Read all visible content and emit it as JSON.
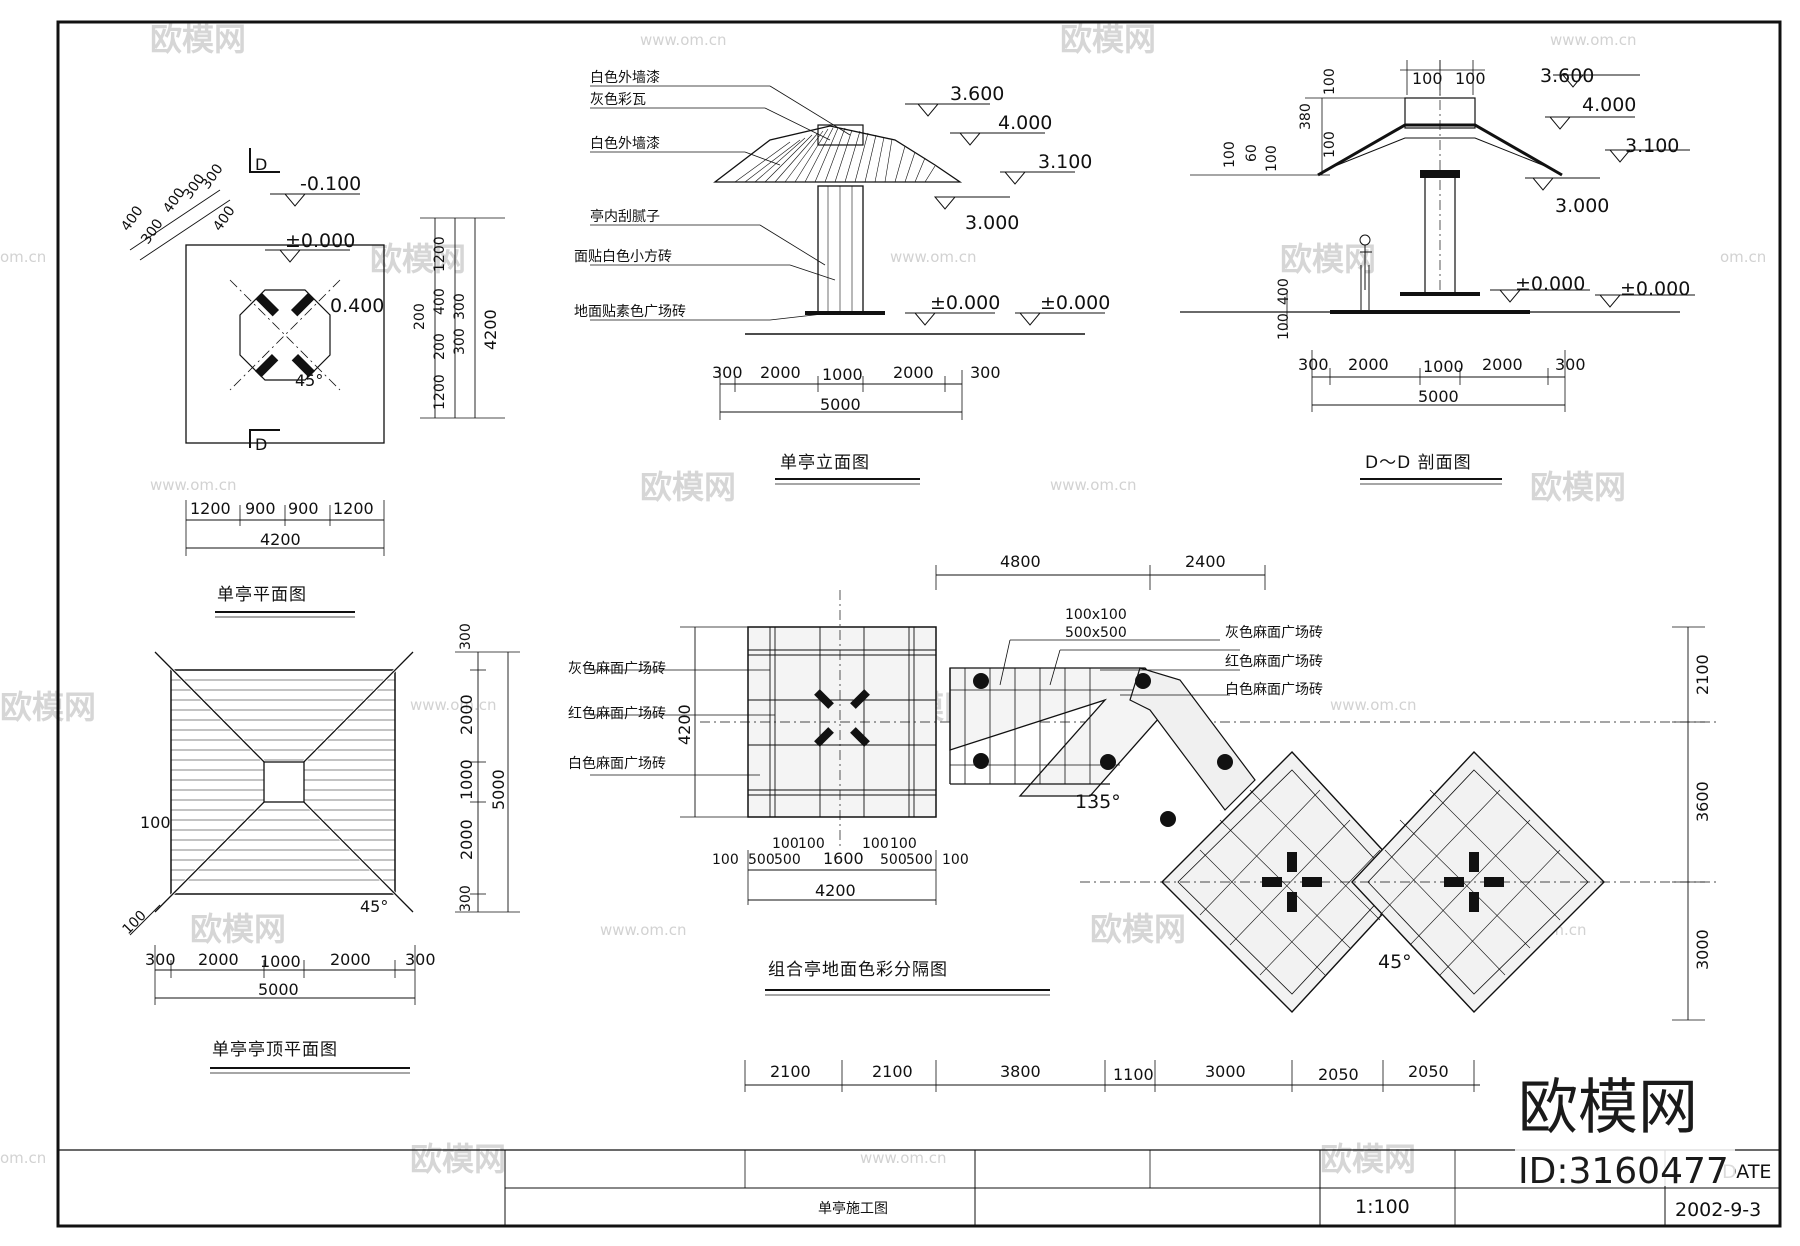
{
  "plan": {
    "section_marks": [
      "D",
      "D"
    ],
    "elev_top": "-0.100",
    "elev_floor": "±0.000",
    "elev_platform": "0.400",
    "angle": "45°",
    "diag_dims": [
      "400",
      "300",
      "400",
      "300",
      "300",
      "400"
    ],
    "right_dims": [
      "1200",
      "400",
      "300",
      "300",
      "1200",
      "200",
      "200",
      "4200"
    ],
    "bottom_dims": [
      "1200",
      "900",
      "900",
      "1200"
    ],
    "bottom_total": "4200",
    "title": "单亭平面图"
  },
  "elevation": {
    "labels": [
      "白色外墙漆",
      "灰色彩瓦",
      "白色外墙漆",
      "亭内刮腻子",
      "面贴白色小方砖",
      "地面贴素色广场砖"
    ],
    "levels": [
      "3.600",
      "4.000",
      "3.100",
      "3.000",
      "±0.000",
      "±0.000"
    ],
    "dims": [
      "300",
      "2000",
      "1000",
      "2000",
      "300"
    ],
    "total": "5000",
    "title": "单亭立面图"
  },
  "section": {
    "top_dims": [
      "100",
      "100"
    ],
    "left_dims": [
      "100",
      "380",
      "100",
      "100",
      "60",
      "100"
    ],
    "levels": [
      "3.600",
      "4.000",
      "3.100",
      "3.000",
      "±0.000",
      "±0.000"
    ],
    "base_dims": [
      "100",
      "400"
    ],
    "dims": [
      "300",
      "2000",
      "1000",
      "2000",
      "300"
    ],
    "total": "5000",
    "title": "D～D 剖面图"
  },
  "roof": {
    "dims_bottom": [
      "300",
      "2000",
      "1000",
      "2000",
      "300"
    ],
    "total_bottom": "5000",
    "dims_right": [
      "300",
      "2000",
      "1000",
      "2000",
      "300"
    ],
    "total_right": "5000",
    "angle": "45°",
    "small_dims": [
      "100",
      "100"
    ],
    "title": "单亭亭顶平面图"
  },
  "combo": {
    "left_labels": [
      "灰色麻面广场砖",
      "红色麻面广场砖",
      "白色麻面广场砖"
    ],
    "right_labels": [
      "灰色麻面广场砖",
      "红色麻面广场砖",
      "白色麻面广场砖"
    ],
    "tile_sizes": [
      "100x100",
      "500x500"
    ],
    "top_dims": [
      "4800",
      "2400"
    ],
    "left_dim": "4200",
    "below_dims": [
      "100",
      "500",
      "500",
      "100",
      "100",
      "1600",
      "100",
      "100",
      "500",
      "500",
      "100"
    ],
    "below_total": "4200",
    "angle_135": "135°",
    "angle_45": "45°",
    "right_dims": [
      "2100",
      "3600",
      "3000"
    ],
    "bottom_dims": [
      "2100",
      "2100",
      "3800",
      "1100",
      "3000",
      "2050",
      "2050"
    ],
    "title": "组合亭地面色彩分隔图"
  },
  "title_block": {
    "drawing_name": "单亭施工图",
    "scale": "1:100",
    "date_label": "DATE",
    "date": "2002-9-3"
  },
  "watermark": {
    "brand": "欧模网",
    "url": "www.om.cn",
    "url_short": "om.cn",
    "id": "ID:3160477"
  }
}
